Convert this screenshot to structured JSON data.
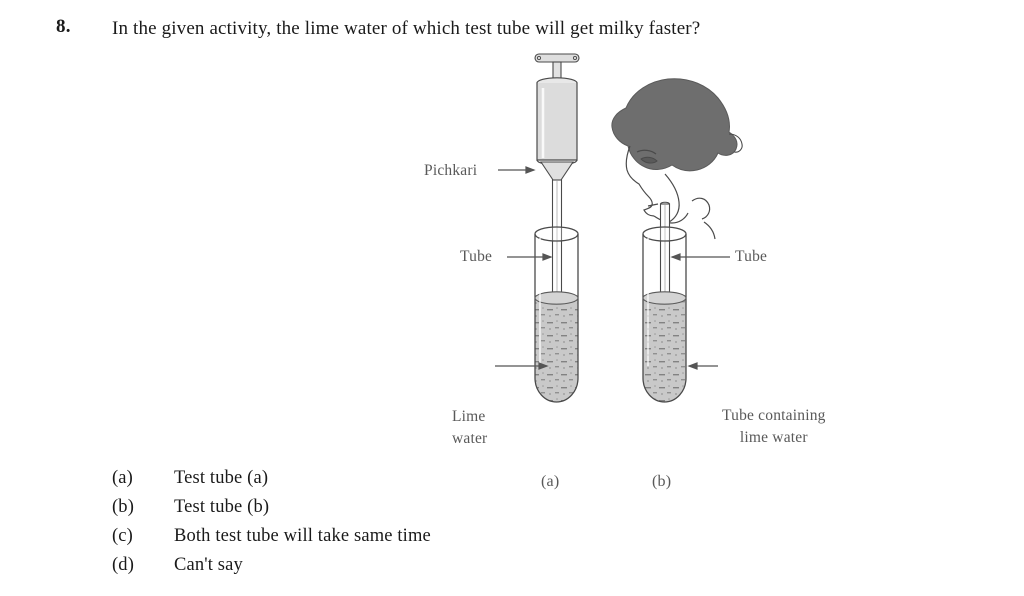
{
  "question": {
    "number": "8.",
    "text": "In the given activity, the lime water of which test tube will get milky faster?"
  },
  "figure": {
    "labels": {
      "pichkari": "Pichkari",
      "tube_left": "Tube",
      "tube_right": "Tube",
      "lime_water_line1": "Lime",
      "lime_water_line2": "water",
      "tube_containing_line1": "Tube containing",
      "tube_containing_line2": "lime water"
    },
    "captions": {
      "a": "(a)",
      "b": "(b)"
    },
    "colors": {
      "hair": "#6e6e6e",
      "outline": "#4a4a4a",
      "liquid": "#c9c9c9",
      "syringe_barrel": "#dcdcdc",
      "label_text": "#595959"
    }
  },
  "options": [
    {
      "key": "(a)",
      "text": "Test tube (a)"
    },
    {
      "key": "(b)",
      "text": "Test tube (b)"
    },
    {
      "key": "(c)",
      "text": "Both test tube will take same time"
    },
    {
      "key": "(d)",
      "text": "Can't say"
    }
  ]
}
